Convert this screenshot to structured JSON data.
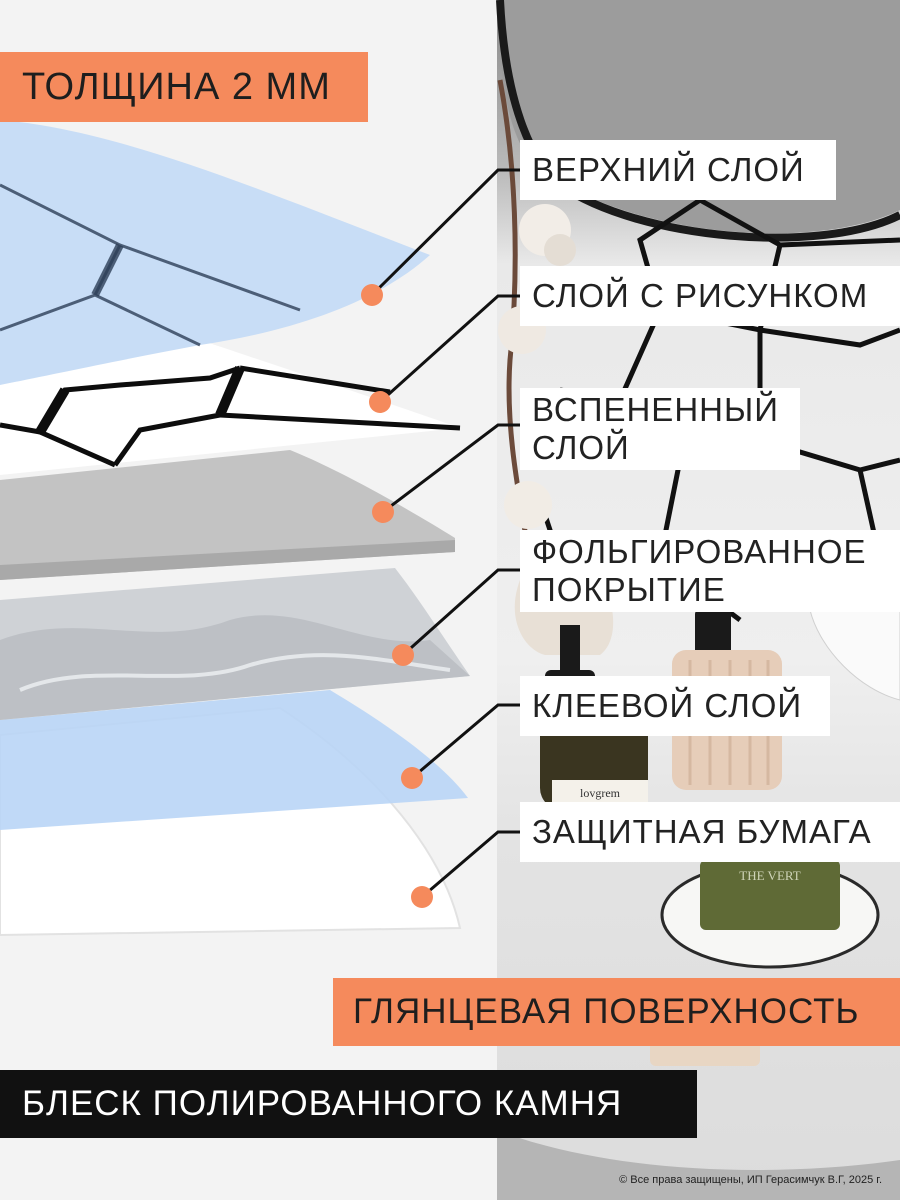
{
  "thickness_badge": "ТОЛЩИНА 2 ММ",
  "layers": [
    {
      "label": "ВЕРХНИЙ СЛОЙ"
    },
    {
      "label": "СЛОЙ С РИСУНКОМ"
    },
    {
      "label_line1": "ВСПЕНЕННЫЙ",
      "label_line2": "СЛОЙ"
    },
    {
      "label_line1": "ФОЛЬГИРОВАННОЕ",
      "label_line2": "ПОКРЫТИЕ"
    },
    {
      "label": "КЛЕЕВОЙ СЛОЙ"
    },
    {
      "label": "ЗАЩИТНАЯ БУМАГА"
    }
  ],
  "surface_badge": "ГЛЯНЦЕВАЯ ПОВЕРХНОСТЬ",
  "shine_badge": "БЛЕСК ПОЛИРОВАННОГО КАМНЯ",
  "copyright": "© Все права защищены, ИП Герасимчук В.Г, 2025 г.",
  "product_labels": {
    "bottle": "lovgrem",
    "soap": "THE VERT"
  },
  "colors": {
    "accent": "#f58a5c",
    "dark": "#111111",
    "dot": "#f58a5c"
  }
}
